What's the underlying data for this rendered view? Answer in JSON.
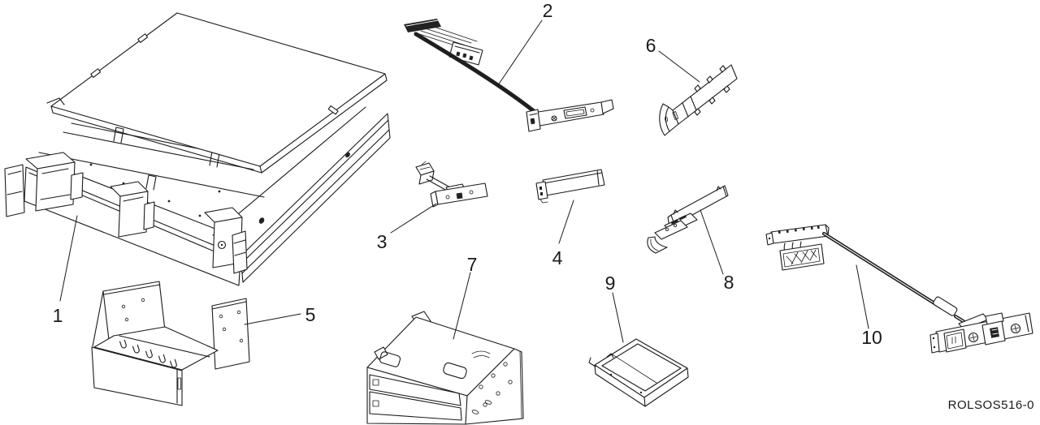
{
  "figure": {
    "id_label": "ROLSOS516-0",
    "callouts": [
      "1",
      "2",
      "3",
      "4",
      "5",
      "6",
      "7",
      "8",
      "9",
      "10"
    ]
  },
  "colors": {
    "line": "#1a1a1a",
    "background": "#ffffff"
  }
}
